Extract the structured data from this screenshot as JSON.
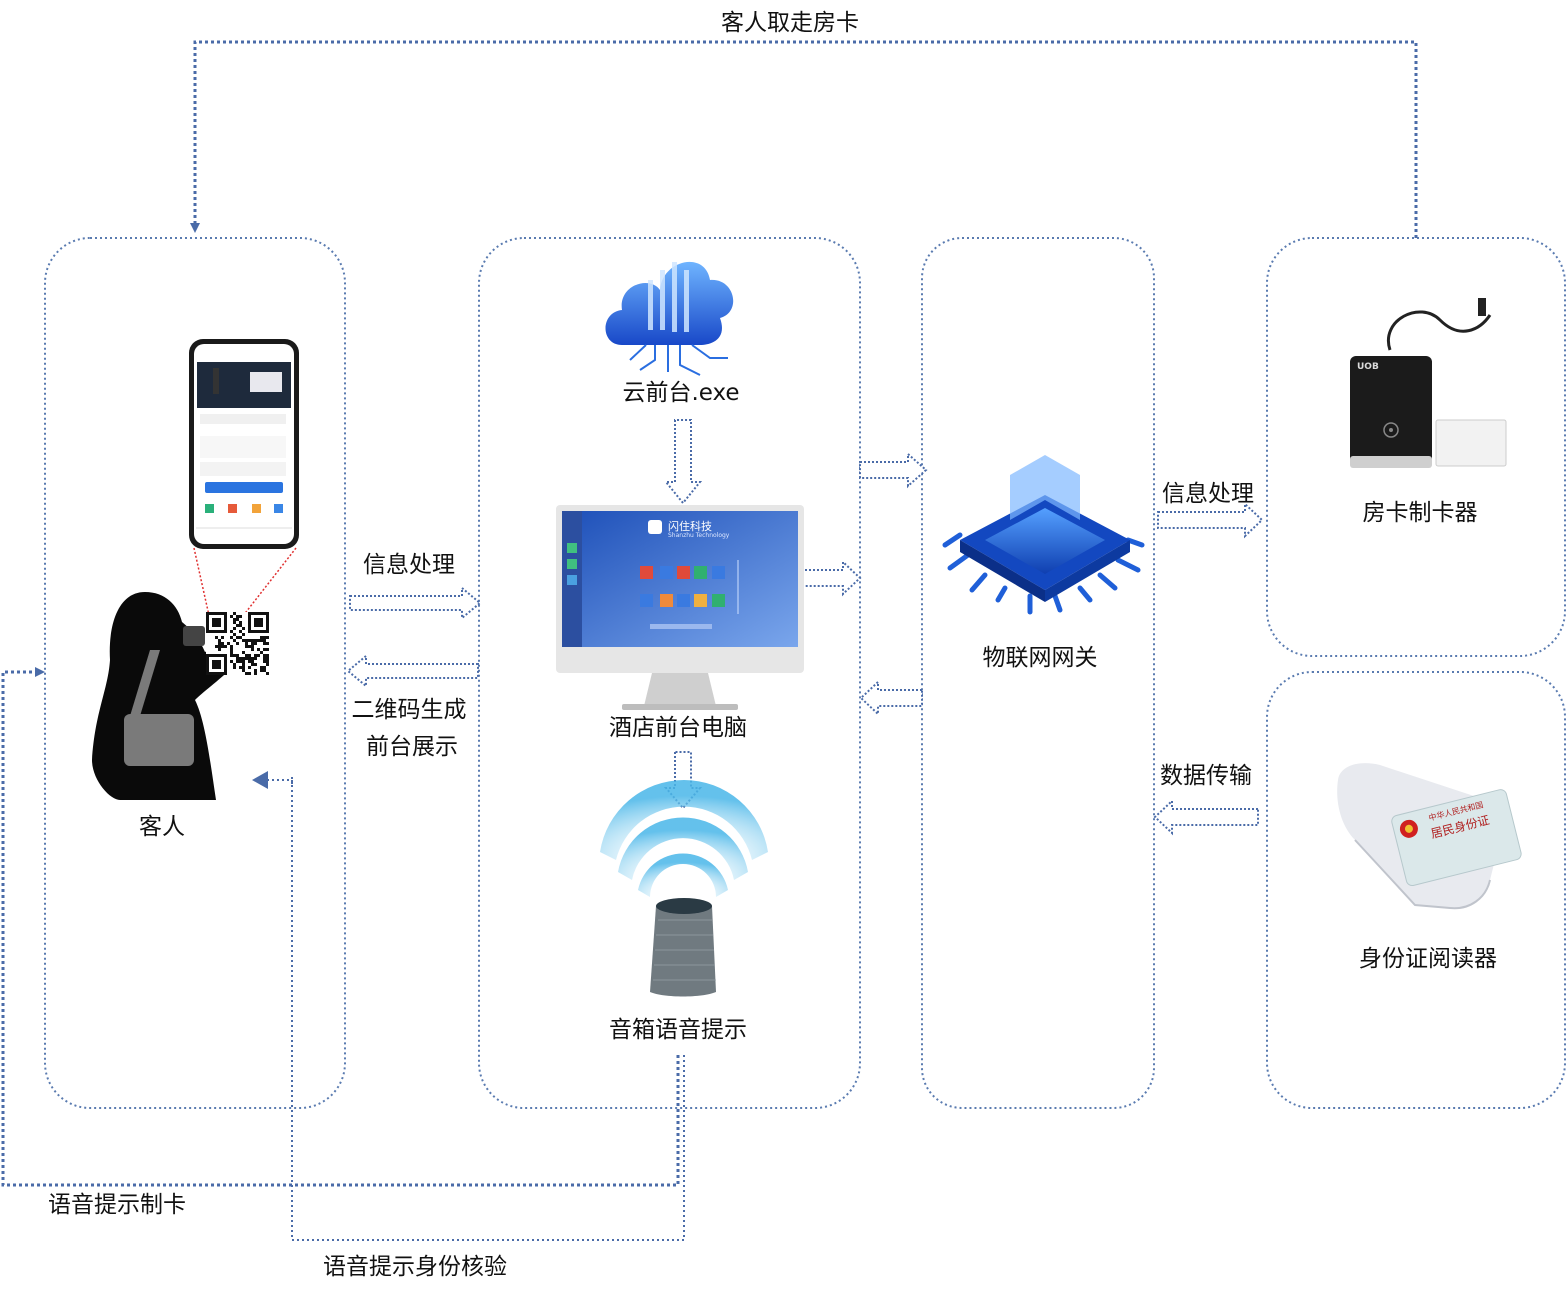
{
  "nodes": {
    "guest": "客人",
    "cloud": "云前台.exe",
    "pc": "酒店前台电脑",
    "speaker": "音箱语音提示",
    "gateway": "物联网网关",
    "card_maker": "房卡制卡器",
    "id_reader": "身份证阅读器"
  },
  "edges": {
    "take_card": "客人取走房卡",
    "info_left": "信息处理",
    "qr_line1": "二维码生成",
    "qr_line2": "前台展示",
    "info_right": "信息处理",
    "data_transfer": "数据传输",
    "voice_card": "语音提示制卡",
    "voice_verify": "语音提示身份核验"
  },
  "devices": {
    "pc_brand": "闪住科技",
    "pc_brand_sub": "Shanzhu Technology",
    "id_card_header": "中华人民共和国",
    "id_card_title": "居民身份证",
    "reader_brand": "UOB"
  },
  "colors": {
    "frame": "#5a7bb0",
    "arrow": "#4a6ba8",
    "guest_fill": "#0a0a0a",
    "cloud": "#2a6ee0",
    "chip": "#1f5fd8",
    "screen": "#3a6fd0"
  }
}
